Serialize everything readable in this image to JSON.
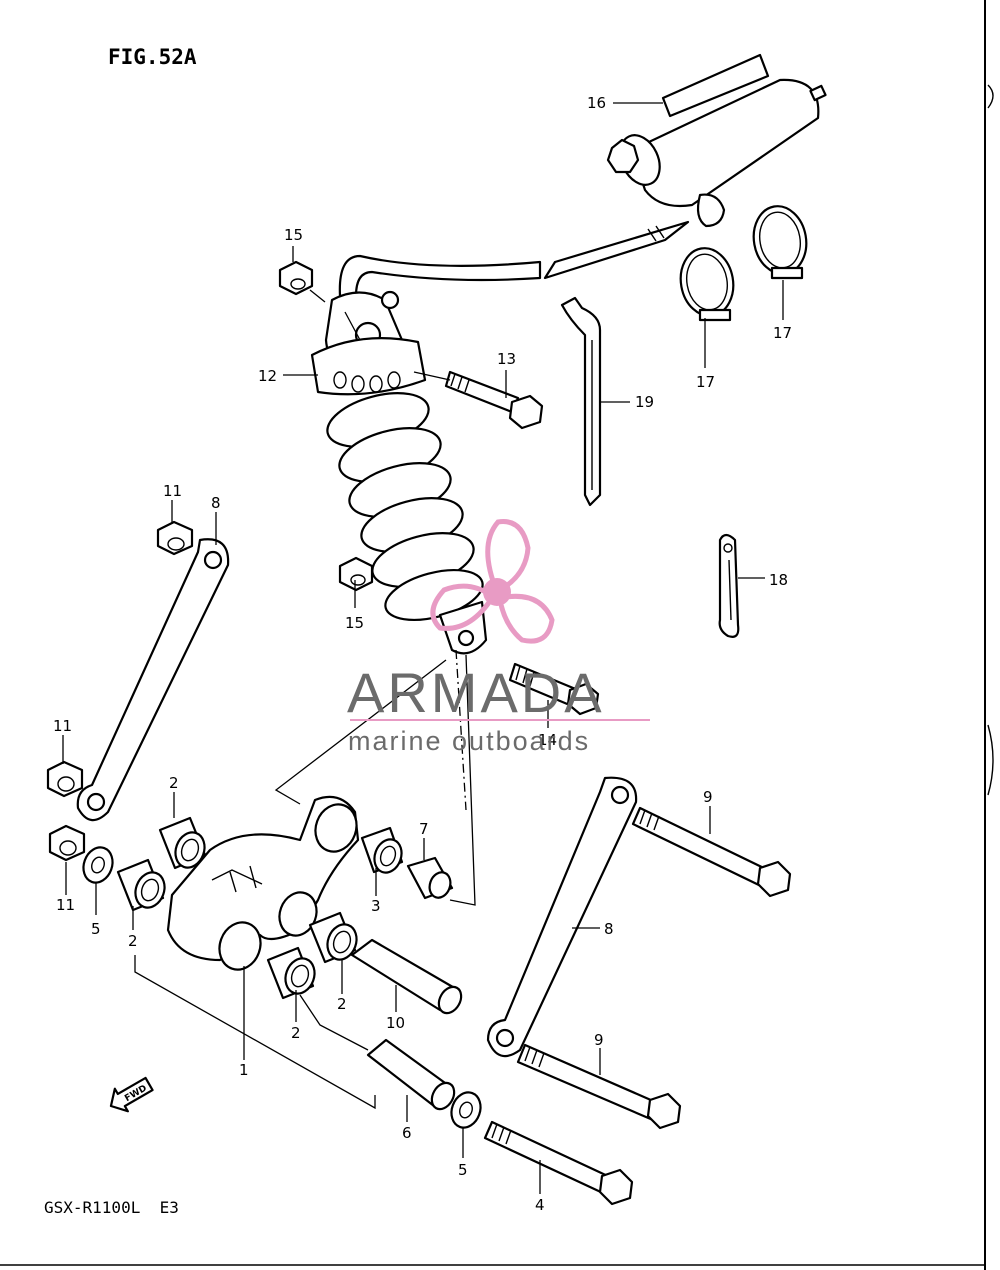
{
  "figure_title": "FIG.52A",
  "model_code": "GSX-R1100L  E3",
  "fwd_text": "FWD",
  "watermark": {
    "brand": "ARMADA",
    "tagline": "marine outboards",
    "accent_color": "#e89bc4",
    "text_color": "#6b6b6b"
  },
  "callouts": {
    "c1": "1",
    "c2a": "2",
    "c2b": "2",
    "c2c": "2",
    "c2d": "2",
    "c3": "3",
    "c4": "4",
    "c5a": "5",
    "c5b": "5",
    "c6": "6",
    "c7": "7",
    "c8a": "8",
    "c8b": "8",
    "c9a": "9",
    "c9b": "9",
    "c10": "10",
    "c11a": "11",
    "c11b": "11",
    "c11c": "11",
    "c12": "12",
    "c13": "13",
    "c14": "14",
    "c15a": "15",
    "c15b": "15",
    "c16": "16",
    "c17a": "17",
    "c17b": "17",
    "c18": "18",
    "c19": "19"
  }
}
